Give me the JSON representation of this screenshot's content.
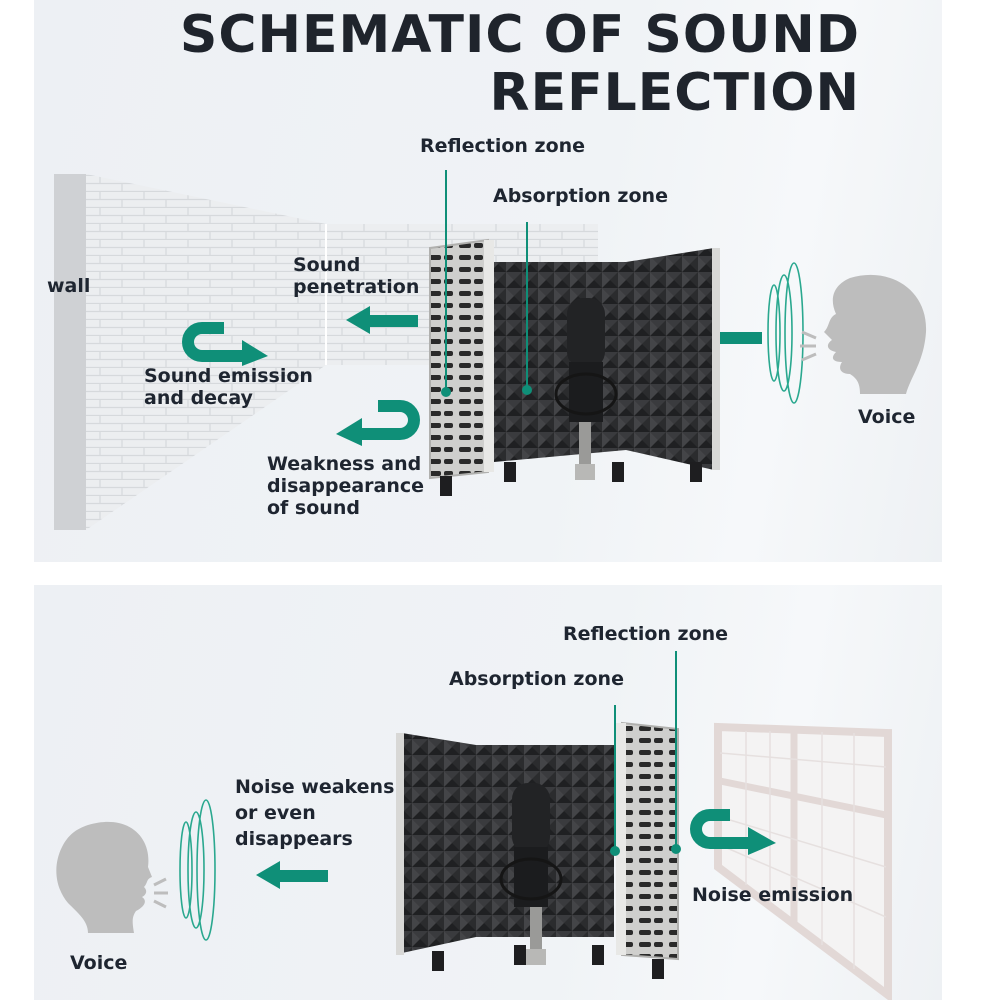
{
  "title": {
    "line1": "SCHEMATIC OF SOUND",
    "line2": "REFLECTION"
  },
  "colors": {
    "accent": "#0f8f78",
    "text": "#1e2530",
    "background": "#eef1f5",
    "wall": "#e4e6e9",
    "foam": "#2e2f31",
    "panel_metal": "#c8c8c6",
    "head": "#bdbdbd"
  },
  "top_diagram": {
    "labels": {
      "reflection_zone": "Reflection zone",
      "absorption_zone": "Absorption zone",
      "wall": "wall",
      "sound_penetration_1": "Sound",
      "sound_penetration_2": "penetration",
      "sound_emission_1": "Sound emission",
      "sound_emission_2": "and decay",
      "weakness_1": "Weakness and",
      "weakness_2": "disappearance",
      "weakness_3": "of sound",
      "voice": "Voice"
    },
    "icons": [
      "brick-wall",
      "reflection-filter-shield",
      "condenser-microphone",
      "speaking-head-icon",
      "sound-wave-icon",
      "arrow-left-icon",
      "u-turn-right-arrow-icon",
      "u-turn-left-arrow-icon"
    ]
  },
  "bottom_diagram": {
    "labels": {
      "reflection_zone": "Reflection zone",
      "absorption_zone": "Absorption zone",
      "noise_weakens_1": "Noise weakens",
      "noise_weakens_2": "or even",
      "noise_weakens_3": "disappears",
      "noise_emission": "Noise emission",
      "voice": "Voice"
    },
    "icons": [
      "window",
      "reflection-filter-shield",
      "condenser-microphone",
      "speaking-head-icon",
      "sound-wave-icon",
      "arrow-left-icon",
      "u-turn-right-arrow-icon"
    ]
  }
}
